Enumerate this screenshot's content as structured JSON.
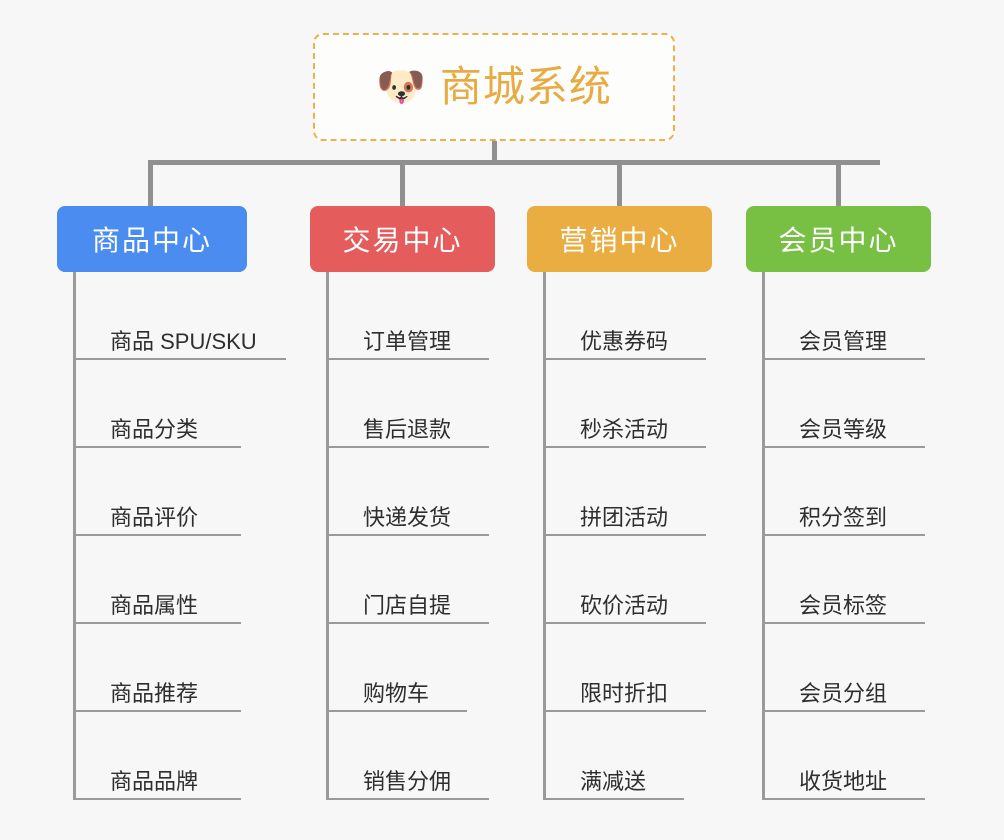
{
  "background_color": "#f7f7f7",
  "root": {
    "icon": "dog-face-emoji",
    "emoji": "🐶",
    "title": "商城系统",
    "title_color": "#e8ab43",
    "border_color": "#eeb14a"
  },
  "connector_color": "#909090",
  "categories": [
    {
      "label": "商品中心",
      "color": "#4a8cf0",
      "items": [
        "商品 SPU/SKU",
        "商品分类",
        "商品评价",
        "商品属性",
        "商品推荐",
        "商品品牌"
      ]
    },
    {
      "label": "交易中心",
      "color": "#e55c5c",
      "items": [
        "订单管理",
        "售后退款",
        "快递发货",
        "门店自提",
        "购物车",
        "销售分佣"
      ]
    },
    {
      "label": "营销中心",
      "color": "#eaad42",
      "items": [
        "优惠券码",
        "秒杀活动",
        "拼团活动",
        "砍价活动",
        "限时折扣",
        "满减送"
      ]
    },
    {
      "label": "会员中心",
      "color": "#78c043",
      "items": [
        "会员管理",
        "会员等级",
        "积分签到",
        "会员标签",
        "会员分组",
        "收货地址"
      ]
    }
  ]
}
